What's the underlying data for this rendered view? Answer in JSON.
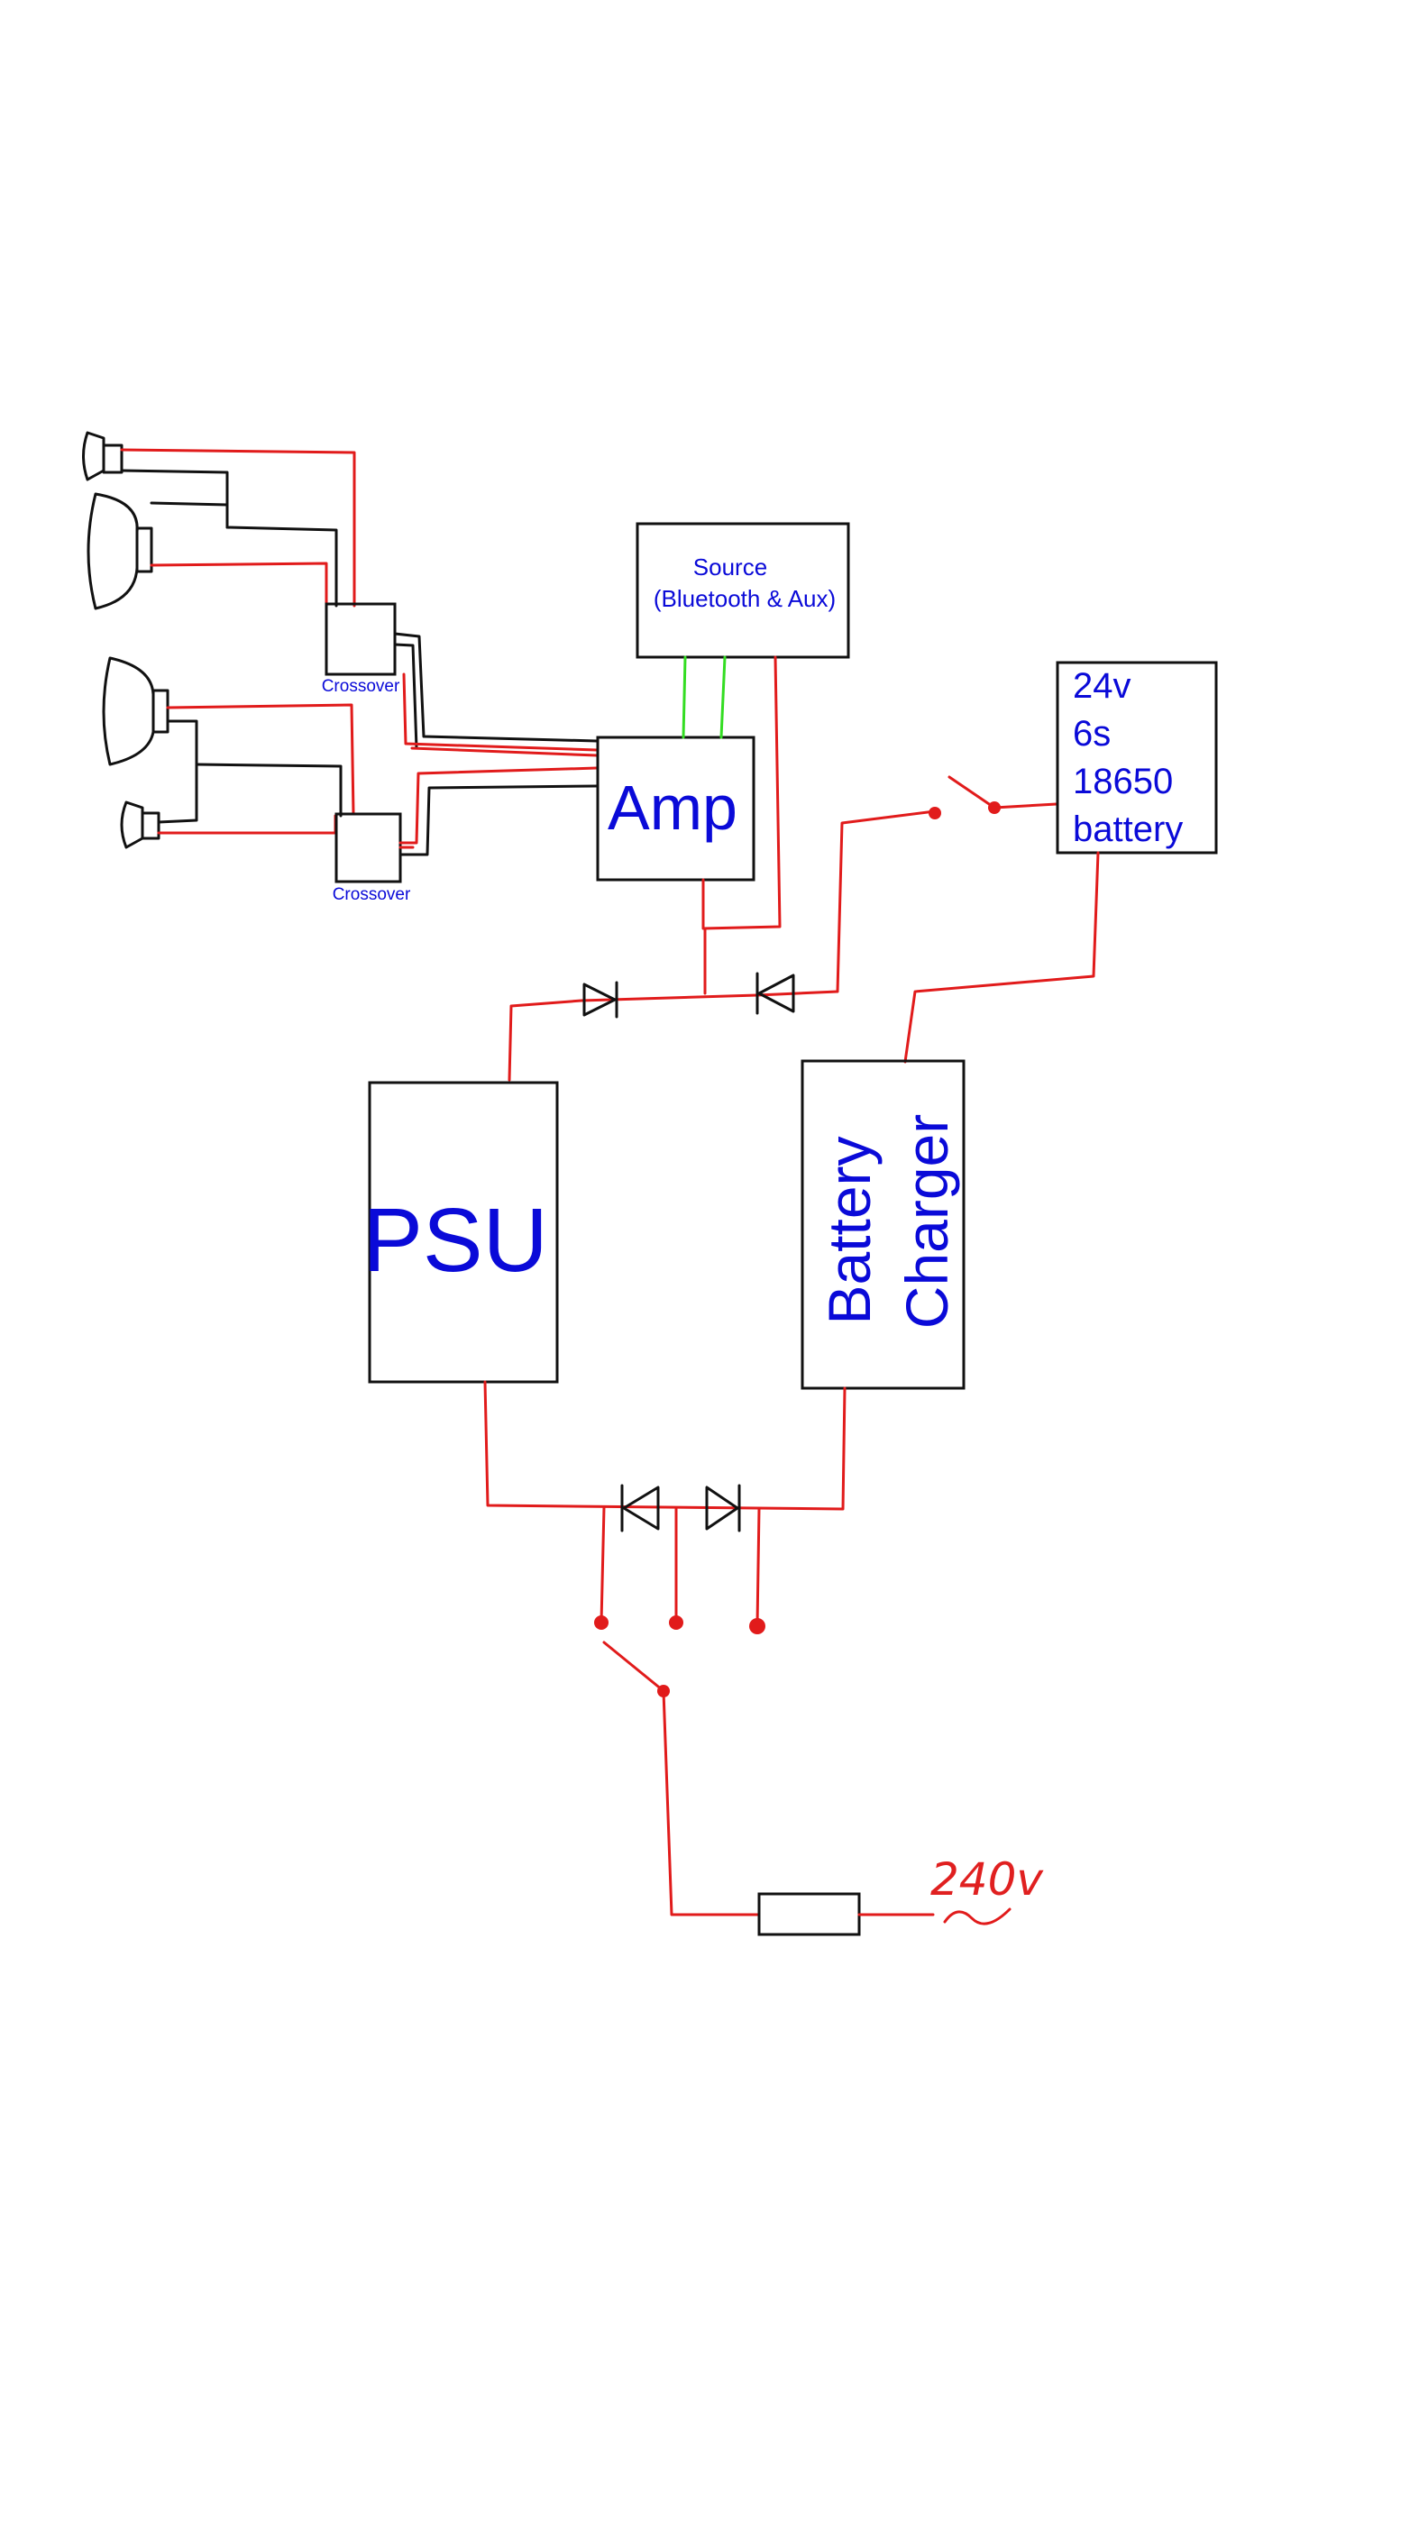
{
  "diagram": {
    "colors": {
      "wire_power": "#e11b1b",
      "wire_speaker": "#111111",
      "wire_signal": "#33dd22",
      "label_text": "#0a0ad8"
    },
    "blocks": {
      "source": {
        "line1": "Source",
        "line2": "(Bluetooth & Aux)"
      },
      "amp": {
        "label": "Amp"
      },
      "battery": {
        "line1": "24v",
        "line2": "6s",
        "line3": "18650",
        "line4": "battery"
      },
      "psu": {
        "label": "PSU"
      },
      "charger": {
        "line1": "Battery",
        "line2": "Charger"
      },
      "crossover_top": {
        "label": "Crossover"
      },
      "crossover_bottom": {
        "label": "Crossover"
      }
    },
    "mains": {
      "label": "240v"
    },
    "icons": [
      "speaker-icon",
      "diode-icon",
      "switch-icon",
      "fuse-icon",
      "ac-symbol-icon"
    ]
  }
}
